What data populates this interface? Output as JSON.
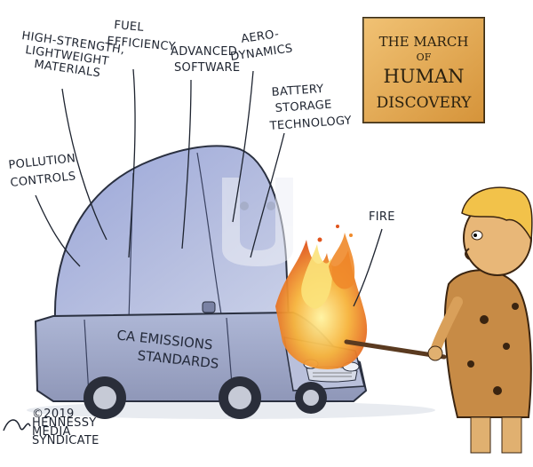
{
  "labels": {
    "materials": [
      "HIGH-STRENGTH,",
      "LIGHTWEIGHT",
      "MATERIALS"
    ],
    "fuel": [
      "FUEL",
      "EFFICIENCY"
    ],
    "software": [
      "ADVANCED",
      "SOFTWARE"
    ],
    "aero": [
      "AERO-",
      "DYNAMICS"
    ],
    "battery": [
      "BATTERY",
      "STORAGE",
      "TECHNOLOGY"
    ],
    "pollution": [
      "POLLUTION",
      "CONTROLS"
    ],
    "fire": "FIRE"
  },
  "sign": {
    "lines": [
      "THE MARCH",
      "OF",
      "HUMAN",
      "DISCOVERY"
    ]
  },
  "car": {
    "lines": [
      "CA EMISSIONS",
      "STANDARDS"
    ]
  },
  "signature": {
    "lines": [
      "©2019",
      "HENNESSY",
      "MEDIA",
      "SYNDICATE"
    ]
  }
}
